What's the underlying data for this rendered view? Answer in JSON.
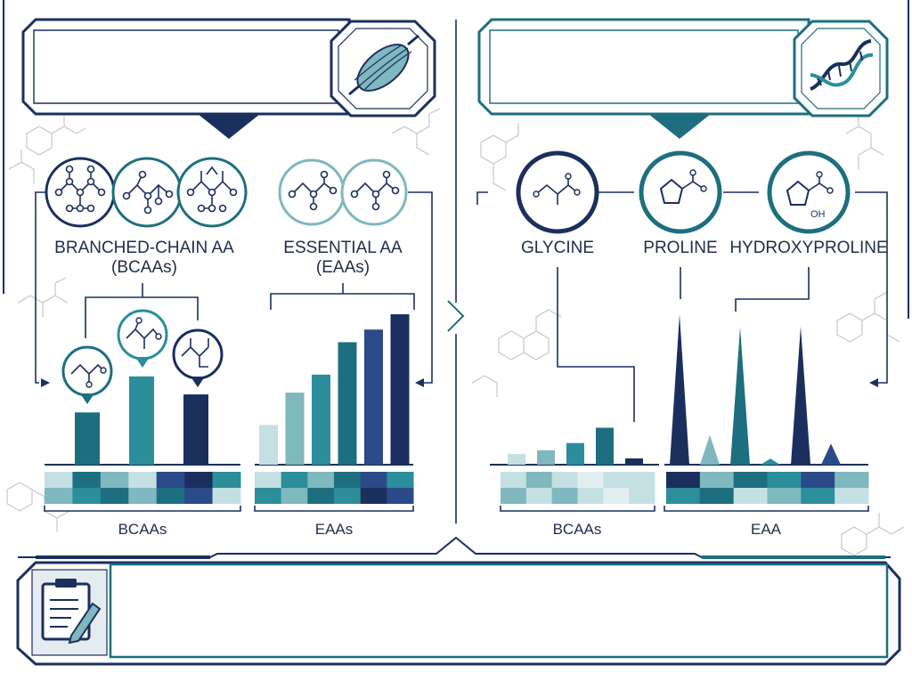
{
  "colors": {
    "navy": "#1b2f5e",
    "dark_teal": "#1d6f7f",
    "teal": "#2b8e9a",
    "light_teal": "#7fb8bf",
    "pale_teal": "#c4e0e2",
    "mid_blue": "#2a4a8a",
    "ghost": "#c9cdd3"
  },
  "left_panel": {
    "header_icon": "muscle-icon",
    "groups": [
      {
        "title_line1": "BRANCHED-CHAIN AA",
        "title_line2": "(BCAAs)"
      },
      {
        "title_line1": "ESSENTIAL AA",
        "title_line2": "(EAAs)"
      }
    ],
    "axis_labels": [
      "BCAAs",
      "EAAs"
    ]
  },
  "right_panel": {
    "header_icon": "dna-icon",
    "nodes": [
      {
        "label": "GLYCINE"
      },
      {
        "label": "PROLINE"
      },
      {
        "label": "HYDROXYPROLINE",
        "oh": "OH"
      }
    ],
    "axis_labels": [
      "BCAAs",
      "EAA"
    ]
  },
  "bottom_panel": {
    "icon": "clipboard-icon"
  },
  "chart_data": [
    {
      "type": "bar",
      "categories": [
        "",
        "",
        ""
      ],
      "series": [
        {
          "values": [
            58,
            98,
            78
          ]
        }
      ],
      "xlabel": "BCAAs",
      "ylabel": "",
      "ylim": [
        0,
        170
      ],
      "colors": [
        "#1d6f7f",
        "#2b8e9a",
        "#1b2f5e"
      ]
    },
    {
      "type": "bar",
      "categories": [
        "",
        "",
        "",
        "",
        "",
        ""
      ],
      "series": [
        {
          "values": [
            44,
            80,
            100,
            136,
            150,
            167
          ]
        }
      ],
      "xlabel": "EAAs",
      "ylabel": "",
      "ylim": [
        0,
        170
      ],
      "colors": [
        "#c4e0e2",
        "#7fb8bf",
        "#2b8e9a",
        "#1d6f7f",
        "#2a4a8a",
        "#1b2f5e"
      ]
    },
    {
      "type": "bar",
      "categories": [
        "",
        "",
        "",
        "",
        ""
      ],
      "series": [
        {
          "values": [
            12,
            16,
            24,
            41,
            7
          ]
        }
      ],
      "xlabel": "BCAAs",
      "ylabel": "",
      "ylim": [
        0,
        170
      ],
      "colors": [
        "#c4e0e2",
        "#7fb8bf",
        "#2b8e9a",
        "#1d6f7f",
        "#1b2f5e"
      ]
    },
    {
      "type": "area",
      "categories": [
        "",
        "",
        "",
        "",
        "",
        ""
      ],
      "series": [
        {
          "values": [
            172,
            34,
            157,
            7,
            158,
            24
          ]
        }
      ],
      "xlabel": "EAA",
      "ylabel": "",
      "ylim": [
        0,
        175
      ],
      "colors": [
        "#1b2f5e",
        "#7fb8bf",
        "#1d6f7f",
        "#2b8e9a",
        "#1b2f5e",
        "#2a4a8a"
      ]
    }
  ],
  "heatmaps": [
    {
      "rows": [
        [
          "#c4e0e2",
          "#1d6f7f",
          "#7fb8bf",
          "#c4e0e2",
          "#2a4a8a",
          "#1b2f5e",
          "#2b8e9a"
        ],
        [
          "#7fb8bf",
          "#2b8e9a",
          "#1d6f7f",
          "#7fb8bf",
          "#1d6f7f",
          "#2a4a8a",
          "#c4e0e2"
        ]
      ]
    },
    {
      "rows": [
        [
          "#c4e0e2",
          "#2b8e9a",
          "#7fb8bf",
          "#1d6f7f",
          "#2a4a8a",
          "#2b8e9a"
        ],
        [
          "#2b8e9a",
          "#7fb8bf",
          "#1d6f7f",
          "#2b8e9a",
          "#1b2f5e",
          "#2a4a8a"
        ]
      ]
    },
    {
      "rows": [
        [
          "#c4e0e2",
          "#7fb8bf",
          "#c4e0e2",
          "#e2eff0",
          "#c4e0e2",
          "#c4e0e2"
        ],
        [
          "#7fb8bf",
          "#c4e0e2",
          "#7fb8bf",
          "#c4e0e2",
          "#e2eff0",
          "#c4e0e2"
        ]
      ]
    },
    {
      "rows": [
        [
          "#1b2f5e",
          "#7fb8bf",
          "#1d6f7f",
          "#2b8e9a",
          "#2a4a8a",
          "#7fb8bf"
        ],
        [
          "#2b8e9a",
          "#1d6f7f",
          "#c4e0e2",
          "#7fb8bf",
          "#2b8e9a",
          "#c4e0e2"
        ]
      ]
    }
  ]
}
